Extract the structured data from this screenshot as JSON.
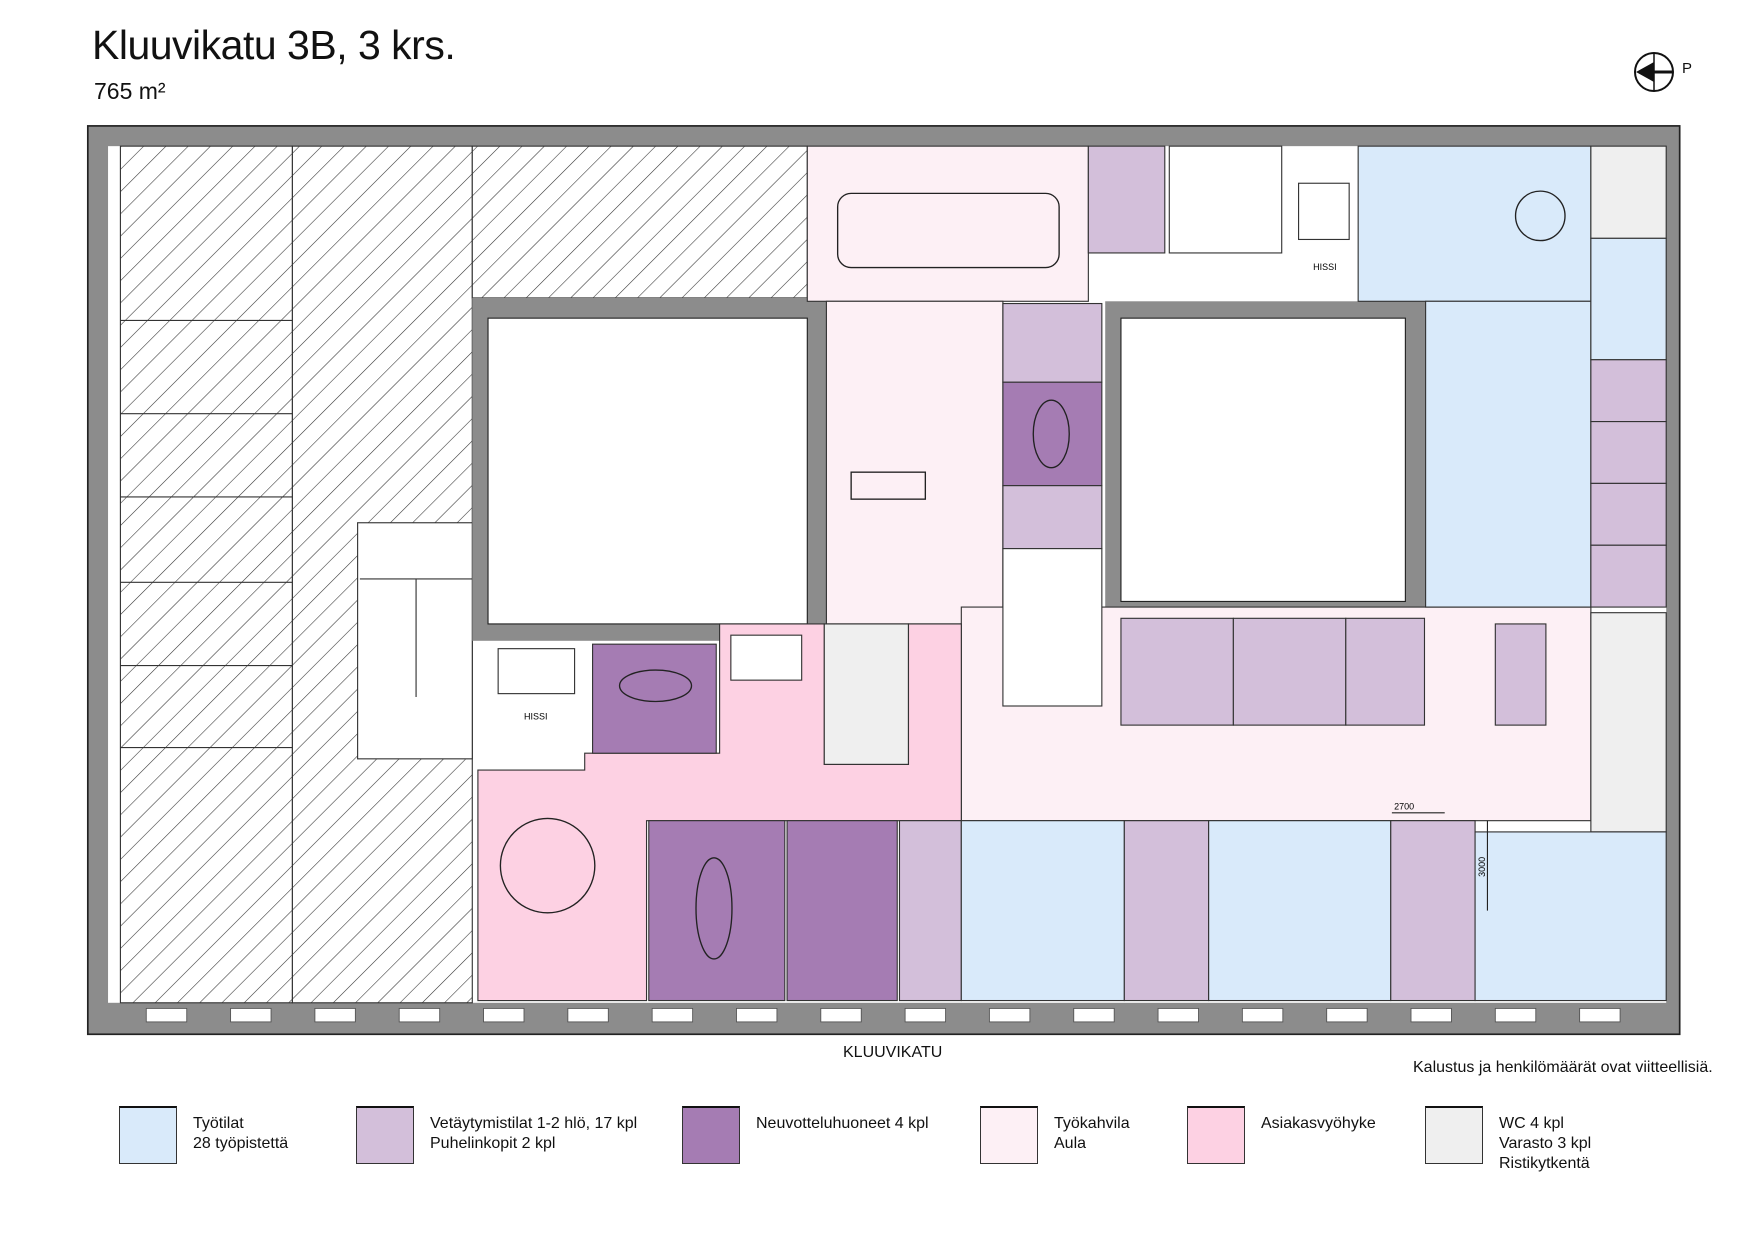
{
  "header": {
    "title": "Kluuvikatu 3B, 3 krs.",
    "area": "765 m²"
  },
  "compass": {
    "icon": "north-arrow-icon",
    "label": "P"
  },
  "plan": {
    "street_label": "KLUUVIKATU",
    "elevator_labels": [
      "HISSI",
      "HISSI"
    ],
    "dimensions": [
      "2700",
      "3000"
    ]
  },
  "note": "Kalustus ja henkilömäärät ovat viitteellisiä.",
  "legend": [
    {
      "line1": "Työtilat",
      "line2": "28 työpistettä",
      "line3": "",
      "color": "#d9eafa"
    },
    {
      "line1": "Vetäytymistilat 1-2 hlö, 17 kpl",
      "line2": "Puhelinkopit 2 kpl",
      "line3": "",
      "color": "#d3bfda"
    },
    {
      "line1": "Neuvotteluhuoneet 4 kpl",
      "line2": "",
      "line3": "",
      "color": "#a57cb3"
    },
    {
      "line1": "Työkahvila",
      "line2": "Aula",
      "line3": "",
      "color": "#fdf0f5"
    },
    {
      "line1": "Asiakasvyöhyke",
      "line2": "",
      "line3": "",
      "color": "#fdd1e3"
    },
    {
      "line1": "WC 4 kpl",
      "line2": "Varasto 3 kpl",
      "line3": "Ristikytkentä",
      "color": "#efefef"
    }
  ]
}
